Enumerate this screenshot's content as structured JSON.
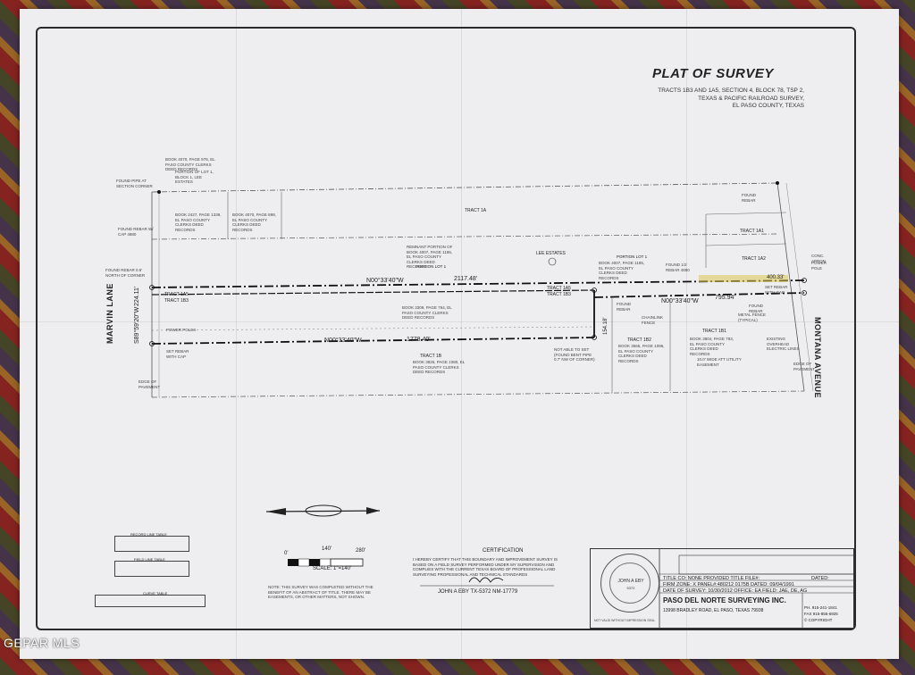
{
  "title": "PLAT OF SURVEY",
  "subtitle_lines": [
    "TRACTS 1B3 AND 1A5, SECTION 4, BLOCK 78, TSP 2,",
    "TEXAS & PACIFIC RAILROAD SURVEY,",
    "EL PASO COUNTY, TEXAS"
  ],
  "roads": {
    "west": "MARVIN LANE",
    "east": "MONTANA AVENUE"
  },
  "bearings": {
    "north_line": "N00°33'40\"W",
    "north_dist": "2117.48'",
    "south_line": "N00°33'40\"W",
    "south_dist": "1778.40'",
    "west_bearing": "S89°59'20\"W",
    "west_dist": "224.11'",
    "east_line": "N00°33'40\"W",
    "east_dist": "795.94'",
    "top_right_dist": "400.33'",
    "mid_vertical": "154.18'"
  },
  "tracts": {
    "t1a": "TRACT 1A",
    "t1a1": "TRACT 1A1",
    "t1a2": "TRACT 1A2",
    "t1a5_w": "TRACT 1A5",
    "t1b3_w": "TRACT 1B3",
    "t1a5_e": "TRACT 1A5",
    "t1b3_e": "TRACT 1B3",
    "t1b": "TRACT 1B",
    "t1b2": "TRACT 1B2",
    "t1b1": "TRACT 1B1",
    "lee_estates": "LEE ESTATES",
    "portion_lot1": "PORTION LOT 1",
    "portion_lot1_e": "PORTION LOT 1"
  },
  "notes": {
    "found_pipe": "FOUND PIPE AT SECTION CORNER",
    "book_4070": "BOOK 4070, PAGE 976, EL PASO COUNTY CLERKS DEED RECORDS",
    "portion_lot1_block1": "PORTION OF LOT 1, BLOCK 1, LEE ESTATES",
    "found_rebar_cap": "FOUND REBAR W/ CAP 4880",
    "found_rebar_north": "FOUND REBAR 0.6' NORTH OF CORNER",
    "power_poles": "POWER POLES",
    "set_rebar_cap": "SET REBAR WITH CAP",
    "edge_pavement": "EDGE OF PAVEMENT",
    "book_2427": "BOOK 2427, PAGE 1339, EL PASO COUNTY CLERKS DEED RECORDS",
    "book_4070_b": "BOOK 4070, PAGE 898, EL PASO COUNTY CLERKS DEED RECORDS",
    "remnant": "REMNANT PORTION OF BOOK 4007, PAGE 1186, EL PASO COUNTY CLERKS DEED RECORDS",
    "book_3309": "BOOK 3309, PAGE 764, EL PASO COUNTY CLERKS DEED RECORDS",
    "book_3826": "BOOK 3826, PAGE 1080, EL PASO COUNTY CLERKS DEED RECORDS",
    "not_able": "NOT ABLE TO SET (FOUND BENT PIPE 0.7' NW OF CORNER)",
    "found_rebar": "FOUND REBAR",
    "found_rebar_e": "FOUND REBAR",
    "chainlink": "CHAINLINK FENCE",
    "book_3565": "BOOK 3565, PAGE 1096, EL PASO COUNTY CLERKS DEED RECORDS",
    "book_3804": "BOOK 3804, PAGE 783, EL PASO COUNTY CLERKS DEED RECORDS",
    "metal_fence": "METAL FENCE (TYPICAL)",
    "existing_overhead": "EXISTING OVERHEAD ELECTRIC LINES",
    "utility_easement": "10.0' WIDE ATT UTILITY EASEMENT",
    "conc_apron": "CONC. APRON",
    "power_pole": "POWER POLE",
    "found_rebar_nw": "FOUND REBAR",
    "set_rebar_e": "SET REBAR WITH CAP",
    "edge_pavement_e": "EDGE OF PAVEMENT",
    "book_4007": "BOOK 4007, PAGE 1185, EL PASO COUNTY CLERKS DEED RECORDS",
    "found_1_2": "FOUND 1/2 REBAR 4880",
    "survey_note": "NOTE: THIS SURVEY WAS COMPLETED WITHOUT THE BENEFIT OF AN ABSTRACT OF TITLE. THERE MAY BE EASEMENTS, OR OTHER MATTERS, NOT SHOWN."
  },
  "tables": {
    "record": "RECORD LINE TABLE",
    "field": "FIELD LINE TABLE",
    "curve": "CURVE TABLE"
  },
  "scale": {
    "zero": "0'",
    "mid": "140'",
    "end": "280'",
    "text": "SCALE: 1\"=140'"
  },
  "certification": {
    "heading": "CERTIFICATION",
    "text": "I HEREBY CERTIFY THAT THIS BOUNDARY AND IMPROVEMENT SURVEY IS BASED ON A FIELD SURVEY PERFORMED UNDER MY SUPERVISION AND COMPLIES WITH THE CURRENT TEXAS BOARD OF PROFESSIONAL LAND SURVEYING PROFESSIONAL AND TECHNICAL STANDARDS",
    "signer": "JOHN A EBY TX-5372    NM-17779"
  },
  "seal": {
    "name": "JOHN A EBY",
    "number": "5372",
    "caption": "NOT VALID WITHOUT IMPRESSION SEAL"
  },
  "titleblock": {
    "row1": "TITLE CO:  NONE PROVIDED  TITLE FILE#:",
    "row1_right": "DATED:",
    "row2": "FIRM ZONE: X   PANEL#:480212 0175B  DATED: 09/04/1991",
    "row3": "DATE OF SURVEY: 10/30/2012  OFFICE: EA  FIELD: JAE, DE, AG",
    "company": "PASO DEL NORTE SURVEYING INC.",
    "address": "13998 BRADLEY ROAD,  EL PASO, TEXAS  79938",
    "phone": "PH. 915-241-1841",
    "fax": "FAX 915-855-6925",
    "copyright": "© COPYRIGHT"
  },
  "watermark": "GEPAR MLS"
}
